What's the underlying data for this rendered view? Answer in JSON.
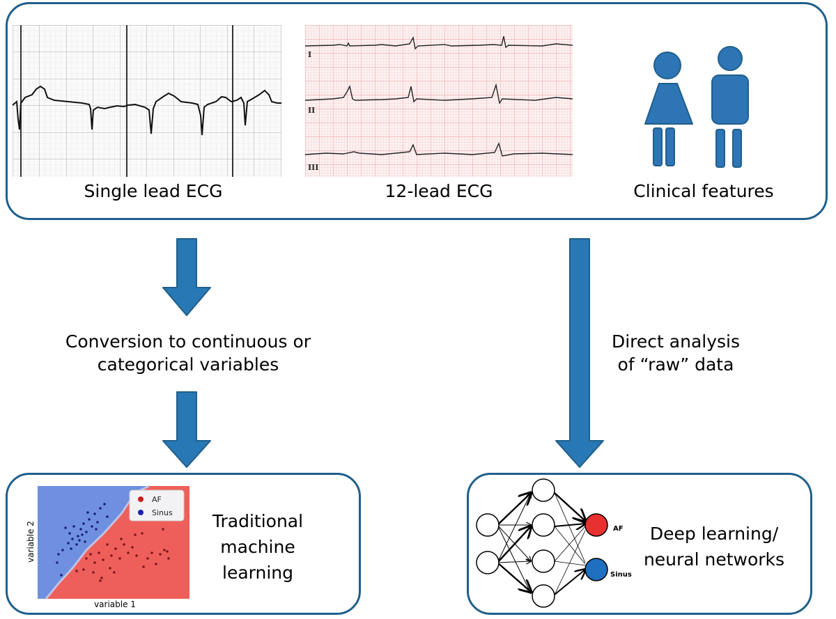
{
  "top_panel": {
    "single_lead_label": "Single lead ECG",
    "twelve_lead_label": "12-lead ECG",
    "clinical_label": "Clinical features",
    "lead_names": [
      "I",
      "II",
      "III"
    ]
  },
  "left_path": {
    "text_line1": "Conversion to continuous or",
    "text_line2": "categorical variables"
  },
  "right_path": {
    "text_line1": "Direct analysis",
    "text_line2": "of “raw” data"
  },
  "ml_panel": {
    "title_line1": "Traditional",
    "title_line2": "machine",
    "title_line3": "learning",
    "xlabel": "variable 1",
    "ylabel": "variable 2",
    "legend_af": "AF",
    "legend_sinus": "Sinus"
  },
  "dl_panel": {
    "title_line1": "Deep learning/",
    "title_line2": "neural networks",
    "output_af": "AF",
    "output_sinus": "Sinus"
  },
  "colors": {
    "arrow": "#2878b5",
    "border": "#1f5f8b",
    "person": "#2e75b6",
    "af": "#e8312f",
    "sinus": "#1f6fc0",
    "region_blue": "#6f8fe0",
    "region_red": "#ee5f5b"
  }
}
